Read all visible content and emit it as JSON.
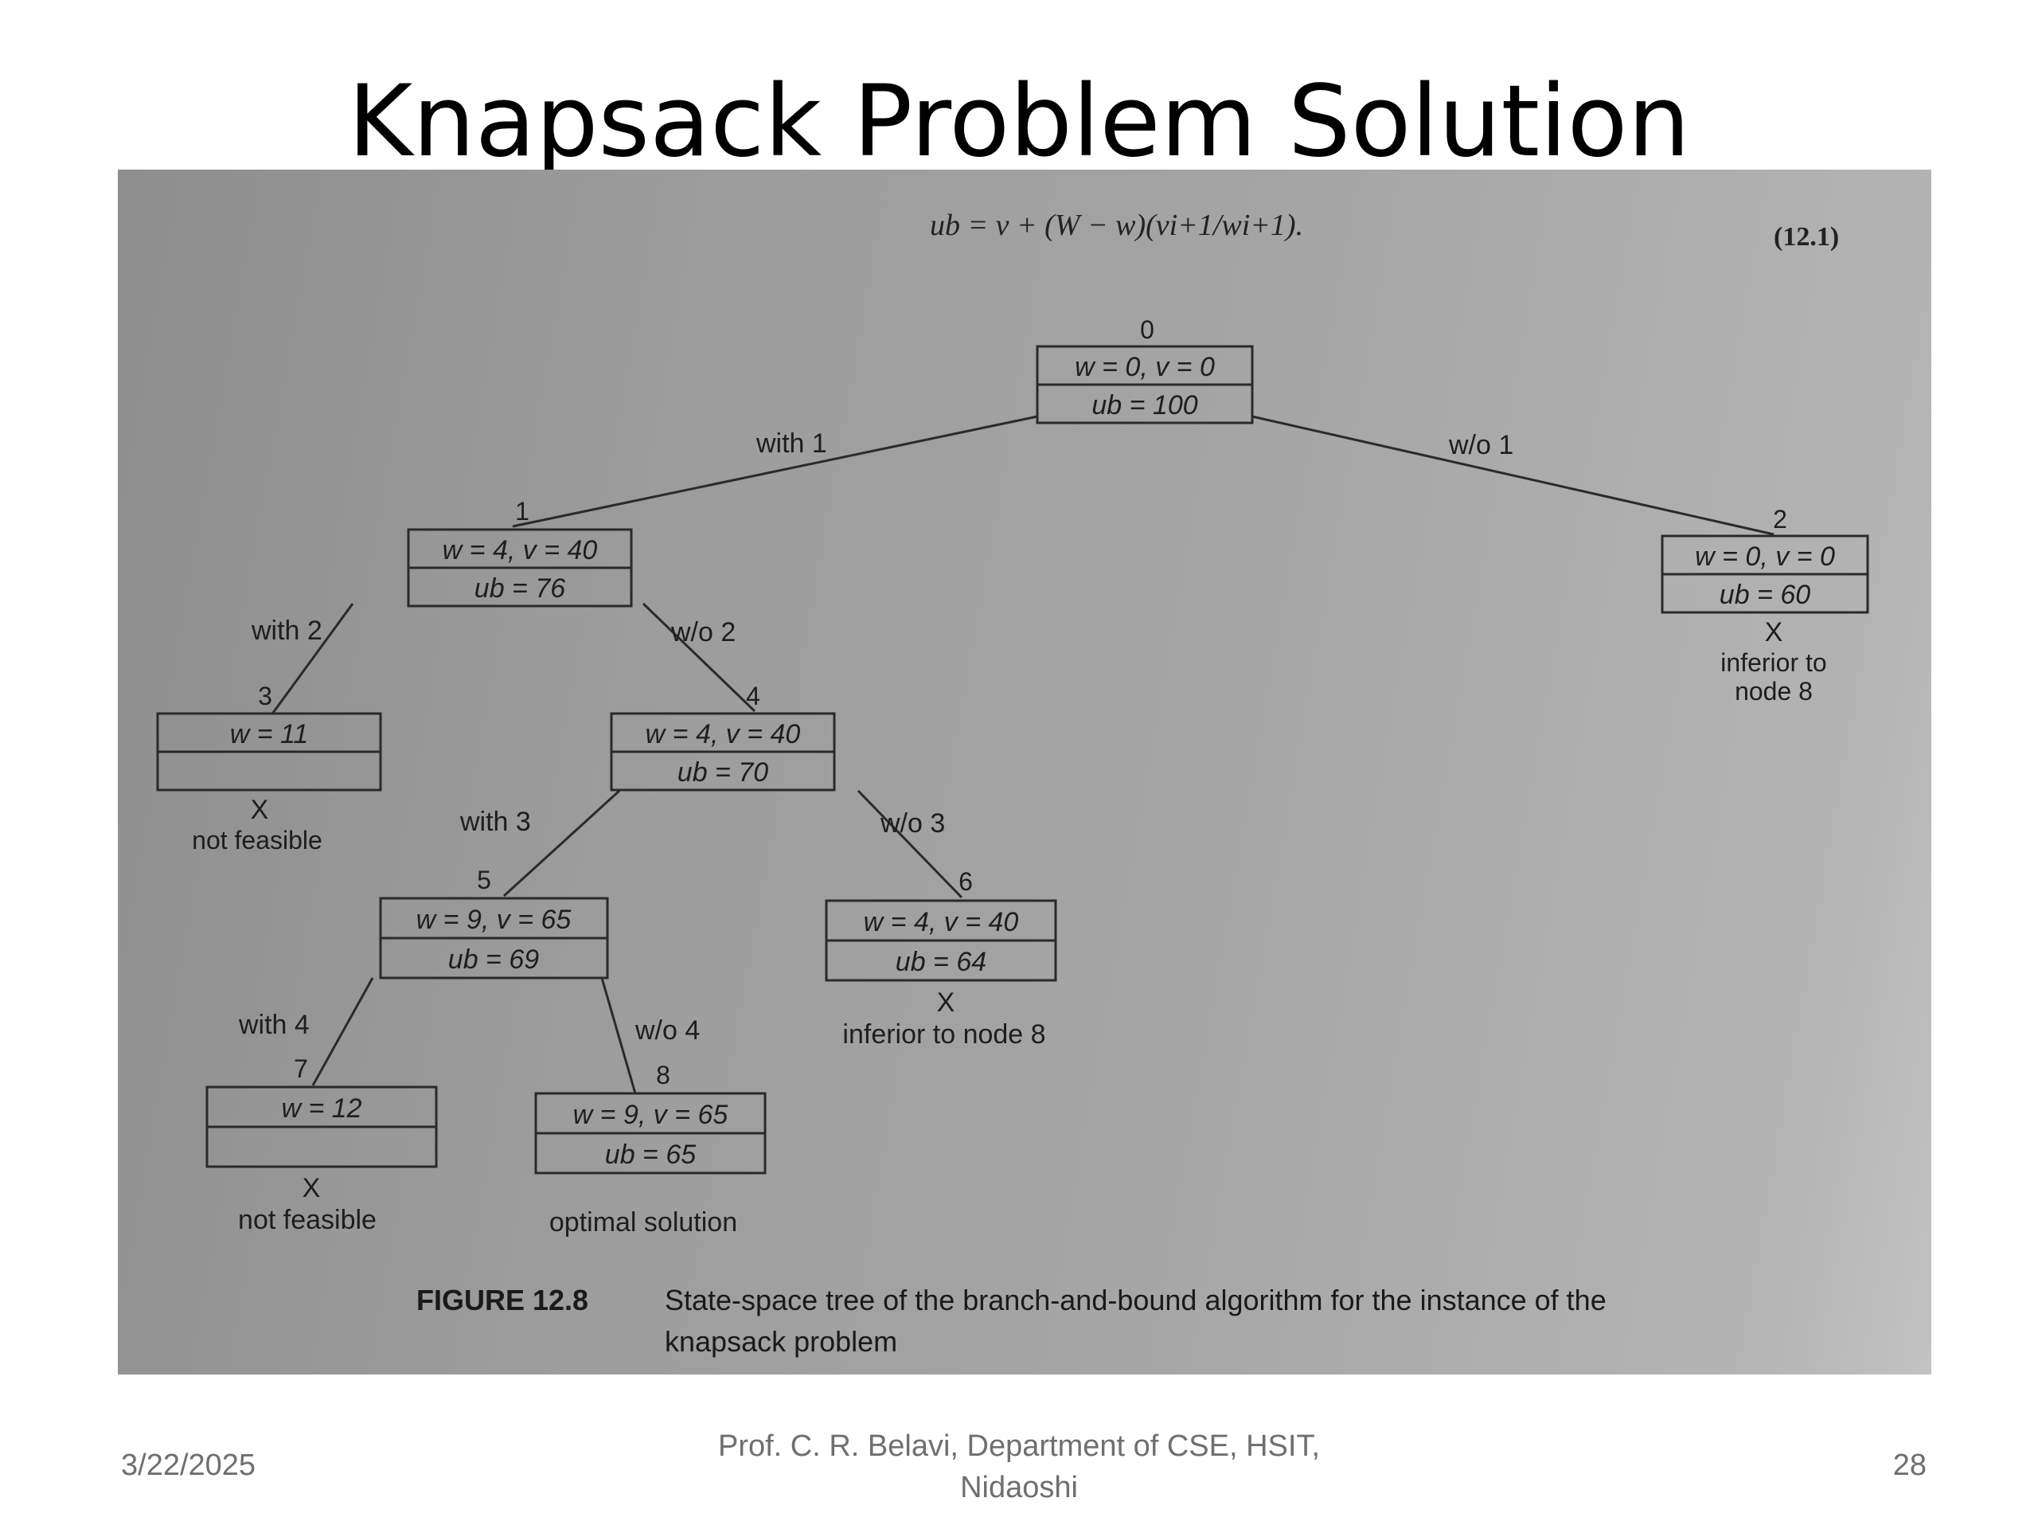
{
  "slide": {
    "title": "Knapsack Problem Solution",
    "footer": {
      "date": "3/22/2025",
      "author_line1": "Prof. C. R. Belavi, Department of CSE, HSIT,",
      "author_line2": "Nidaoshi",
      "page": "28"
    }
  },
  "figure": {
    "formula": "ub = v + (W − w)(vi+1/wi+1).",
    "equation_number": "(12.1)",
    "caption_label": "FIGURE 12.8",
    "caption_line1": "State-space tree of the branch-and-bound algorithm for the instance of the",
    "caption_line2": "knapsack problem",
    "nodes": [
      {
        "id": "0",
        "line1": "w = 0, v = 0",
        "line2": "ub = 100"
      },
      {
        "id": "1",
        "line1": "w = 4, v = 40",
        "line2": "ub = 76"
      },
      {
        "id": "2",
        "line1": "w = 0, v = 0",
        "line2": "ub = 60",
        "note1": "X",
        "note2": "inferior to",
        "note3": "node 8"
      },
      {
        "id": "3",
        "line1": "w = 11",
        "line2": "",
        "note1": "X",
        "note2": "not feasible"
      },
      {
        "id": "4",
        "line1": "w = 4, v = 40",
        "line2": "ub = 70"
      },
      {
        "id": "5",
        "line1": "w = 9, v = 65",
        "line2": "ub = 69"
      },
      {
        "id": "6",
        "line1": "w = 4, v = 40",
        "line2": "ub = 64",
        "note1": "X",
        "note2": "inferior to node 8"
      },
      {
        "id": "7",
        "line1": "w = 12",
        "line2": "",
        "note1": "X",
        "note2": "not feasible"
      },
      {
        "id": "8",
        "line1": "w = 9, v = 65",
        "line2": "ub = 65",
        "note2": "optimal solution"
      }
    ],
    "edges": [
      {
        "label": "with 1"
      },
      {
        "label": "w/o 1"
      },
      {
        "label": "with 2"
      },
      {
        "label": "w/o 2"
      },
      {
        "label": "with 3"
      },
      {
        "label": "w/o 3"
      },
      {
        "label": "with 4"
      },
      {
        "label": "w/o 4"
      }
    ]
  }
}
